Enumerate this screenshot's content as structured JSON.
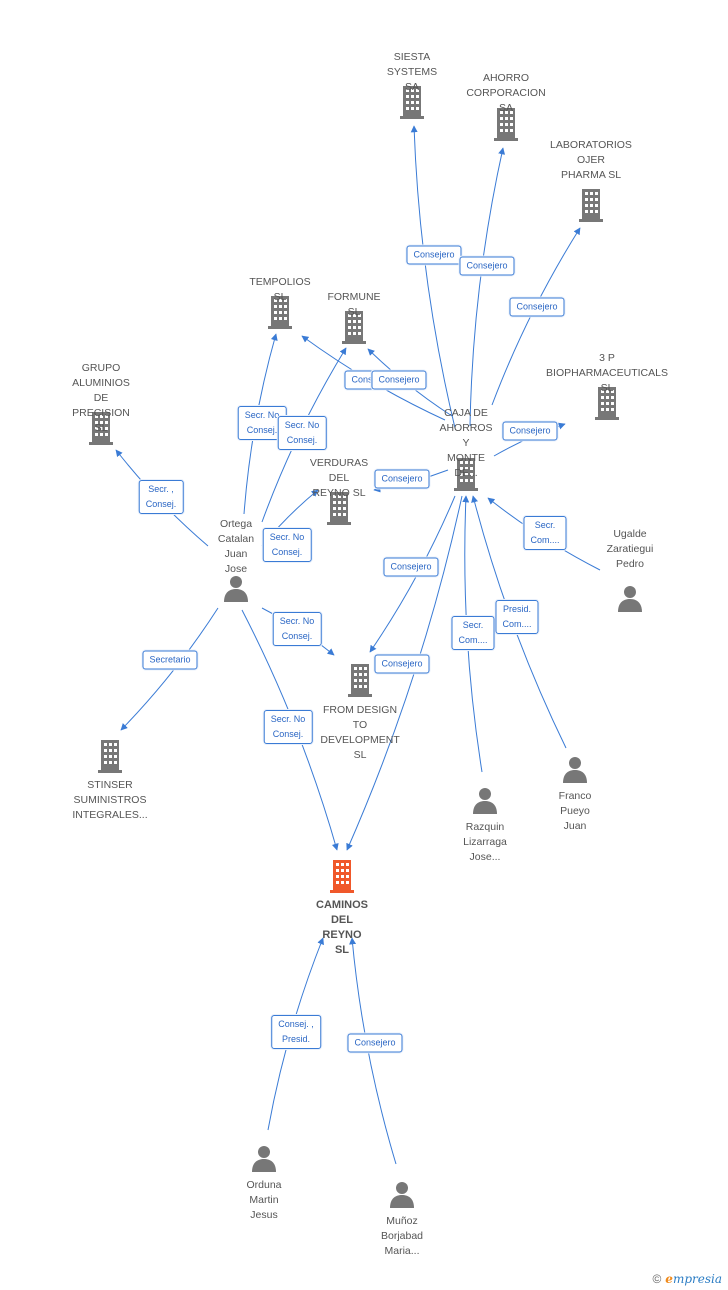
{
  "colors": {
    "edge": "#3a7bd5",
    "company": "#777777",
    "focus": "#f0582a",
    "person": "#777777"
  },
  "nodes": [
    {
      "id": "siesta",
      "type": "company",
      "label": "SIESTA\nSYSTEMS SA"
    },
    {
      "id": "ahorro",
      "type": "company",
      "label": "AHORRO\nCORPORACION SA"
    },
    {
      "id": "ojer",
      "type": "company",
      "label": "LABORATORIOS\nOJER\nPHARMA SL"
    },
    {
      "id": "tempolios",
      "type": "company",
      "label": "TEMPOLIOS SL"
    },
    {
      "id": "formune",
      "type": "company",
      "label": "FORMUNE SL"
    },
    {
      "id": "grupo",
      "type": "company",
      "label": "GRUPO\nALUMINIOS\nDE PRECISION SL"
    },
    {
      "id": "biopharma",
      "type": "company",
      "label": "3 P\nBIOPHARMACEUTICALS SL"
    },
    {
      "id": "caja",
      "type": "company",
      "label": "CAJA DE\nAHORROS Y\nMONTE DE..."
    },
    {
      "id": "verduras",
      "type": "company",
      "label": "VERDURAS\nDEL REYNO SL"
    },
    {
      "id": "fromdesign",
      "type": "company",
      "label": "FROM DESIGN\nTO\nDEVELOPMENT SL"
    },
    {
      "id": "stinser",
      "type": "company",
      "label": "STINSER\nSUMINISTROS\nINTEGRALES..."
    },
    {
      "id": "caminos",
      "type": "focus",
      "label": "CAMINOS\nDEL REYNO SL"
    },
    {
      "id": "ortega",
      "type": "person",
      "label": "Ortega\nCatalan\nJuan Jose"
    },
    {
      "id": "ugalde",
      "type": "person",
      "label": "Ugalde\nZaratiegui\nPedro"
    },
    {
      "id": "razquin",
      "type": "person",
      "label": "Razquin\nLizarraga\nJose..."
    },
    {
      "id": "franco",
      "type": "person",
      "label": "Franco\nPueyo Juan"
    },
    {
      "id": "orduna",
      "type": "person",
      "label": "Orduna\nMartin\nJesus"
    },
    {
      "id": "munoz",
      "type": "person",
      "label": "Muñoz\nBorjabad\nMaria..."
    }
  ],
  "edges": [
    {
      "from": "caja",
      "to": "siesta",
      "label": "Consejero"
    },
    {
      "from": "caja",
      "to": "ahorro",
      "label": "Consejero"
    },
    {
      "from": "caja",
      "to": "ojer",
      "label": "Consejero"
    },
    {
      "from": "caja",
      "to": "formune",
      "label": "Consejero"
    },
    {
      "from": "caja",
      "to": "tempolios",
      "label": "Consejero"
    },
    {
      "from": "caja",
      "to": "biopharma",
      "label": "Consejero"
    },
    {
      "from": "caja",
      "to": "verduras",
      "label": "Consejero"
    },
    {
      "from": "caja",
      "to": "fromdesign",
      "label": "Consejero"
    },
    {
      "from": "caja",
      "to": "caminos",
      "label": "Consejero"
    },
    {
      "from": "ortega",
      "to": "tempolios",
      "label": "Secr. No\nConsej."
    },
    {
      "from": "ortega",
      "to": "formune",
      "label": "Secr. No\nConsej."
    },
    {
      "from": "ortega",
      "to": "grupo",
      "label": "Secr. ,\nConsej."
    },
    {
      "from": "ortega",
      "to": "verduras",
      "label": "Secr. No\nConsej."
    },
    {
      "from": "ortega",
      "to": "fromdesign",
      "label": "Secr. No\nConsej."
    },
    {
      "from": "ortega",
      "to": "stinser",
      "label": "Secretario"
    },
    {
      "from": "ortega",
      "to": "caminos",
      "label": "Secr. No\nConsej."
    },
    {
      "from": "ugalde",
      "to": "caja",
      "label": "Secr.\nCom...."
    },
    {
      "from": "razquin",
      "to": "caja",
      "label": "Secr.\nCom...."
    },
    {
      "from": "franco",
      "to": "caja",
      "label": "Presid.\nCom...."
    },
    {
      "from": "orduna",
      "to": "caminos",
      "label": "Consej. ,\nPresid."
    },
    {
      "from": "munoz",
      "to": "caminos",
      "label": "Consejero"
    }
  ],
  "footer": {
    "copyright": "©",
    "brand_initial": "e",
    "brand_rest": "mpresia"
  }
}
